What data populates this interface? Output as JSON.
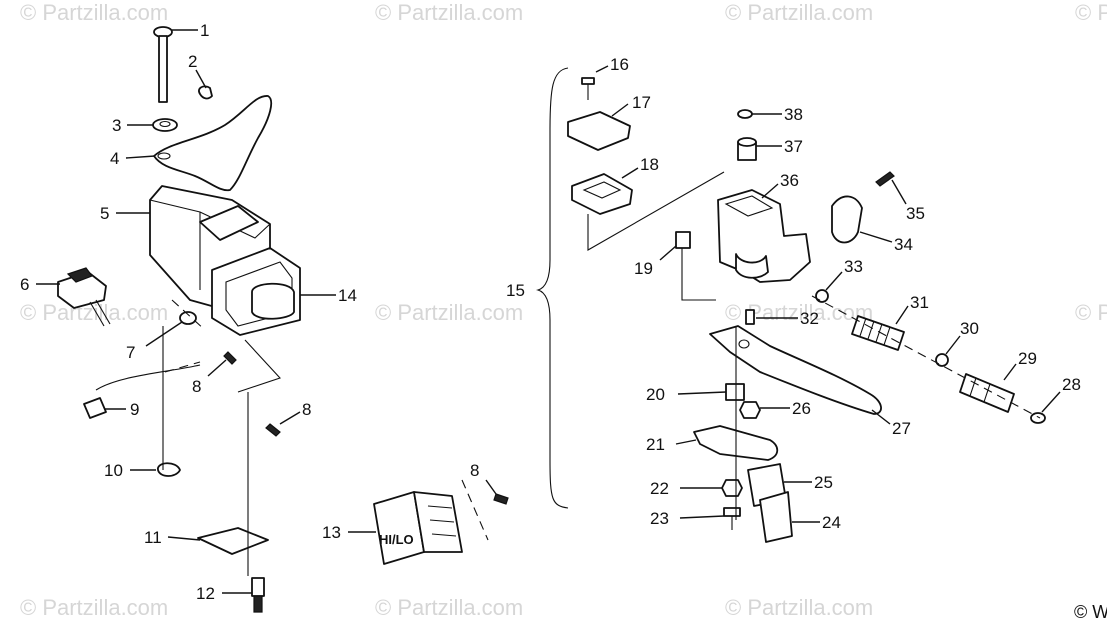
{
  "watermark": {
    "text": "© Partzilla.com"
  },
  "copyright_mark": "© W",
  "switch_label": "HI/LO",
  "callouts": {
    "c1": "1",
    "c2": "2",
    "c3": "3",
    "c4": "4",
    "c5": "5",
    "c6": "6",
    "c7": "7",
    "c8a": "8",
    "c8b": "8",
    "c8c": "8",
    "c9": "9",
    "c10": "10",
    "c11": "11",
    "c12": "12",
    "c13": "13",
    "c14": "14",
    "c15": "15",
    "c16": "16",
    "c17": "17",
    "c18": "18",
    "c19": "19",
    "c20": "20",
    "c21": "21",
    "c22": "22",
    "c23": "23",
    "c24": "24",
    "c25": "25",
    "c26": "26",
    "c27": "27",
    "c28": "28",
    "c29": "29",
    "c30": "30",
    "c31": "31",
    "c32": "32",
    "c33": "33",
    "c34": "34",
    "c35": "35",
    "c36": "36",
    "c37": "37",
    "c38": "38"
  }
}
